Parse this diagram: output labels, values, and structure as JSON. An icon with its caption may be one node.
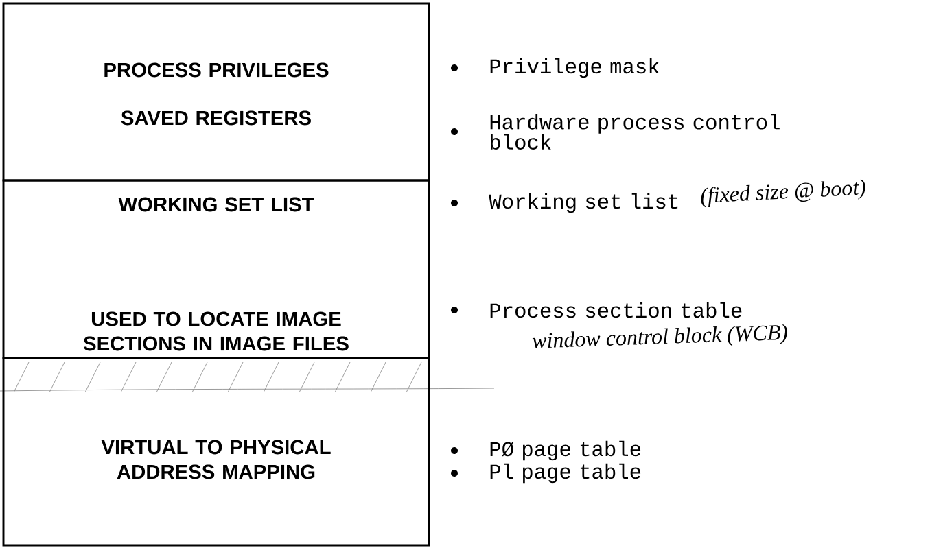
{
  "diagram": {
    "nodes": [
      {
        "text": [
          "PROCESS PRIVILEGES",
          "SAVED REGISTERS"
        ]
      },
      {
        "text": [
          "WORKING SET LIST",
          "USED TO LOCATE IMAGE SECTIONS IN IMAGE FILES"
        ]
      },
      {
        "text": [
          "VIRTUAL TO PHYSICAL ADDRESS MAPPING"
        ]
      }
    ],
    "labels": [
      "Privilege mask",
      "Hardware process control block",
      "Working set list",
      "(fixed size @ boot)",
      "Process section table",
      "window control block (WCB)",
      "PØ page table",
      "Pl page table"
    ]
  }
}
